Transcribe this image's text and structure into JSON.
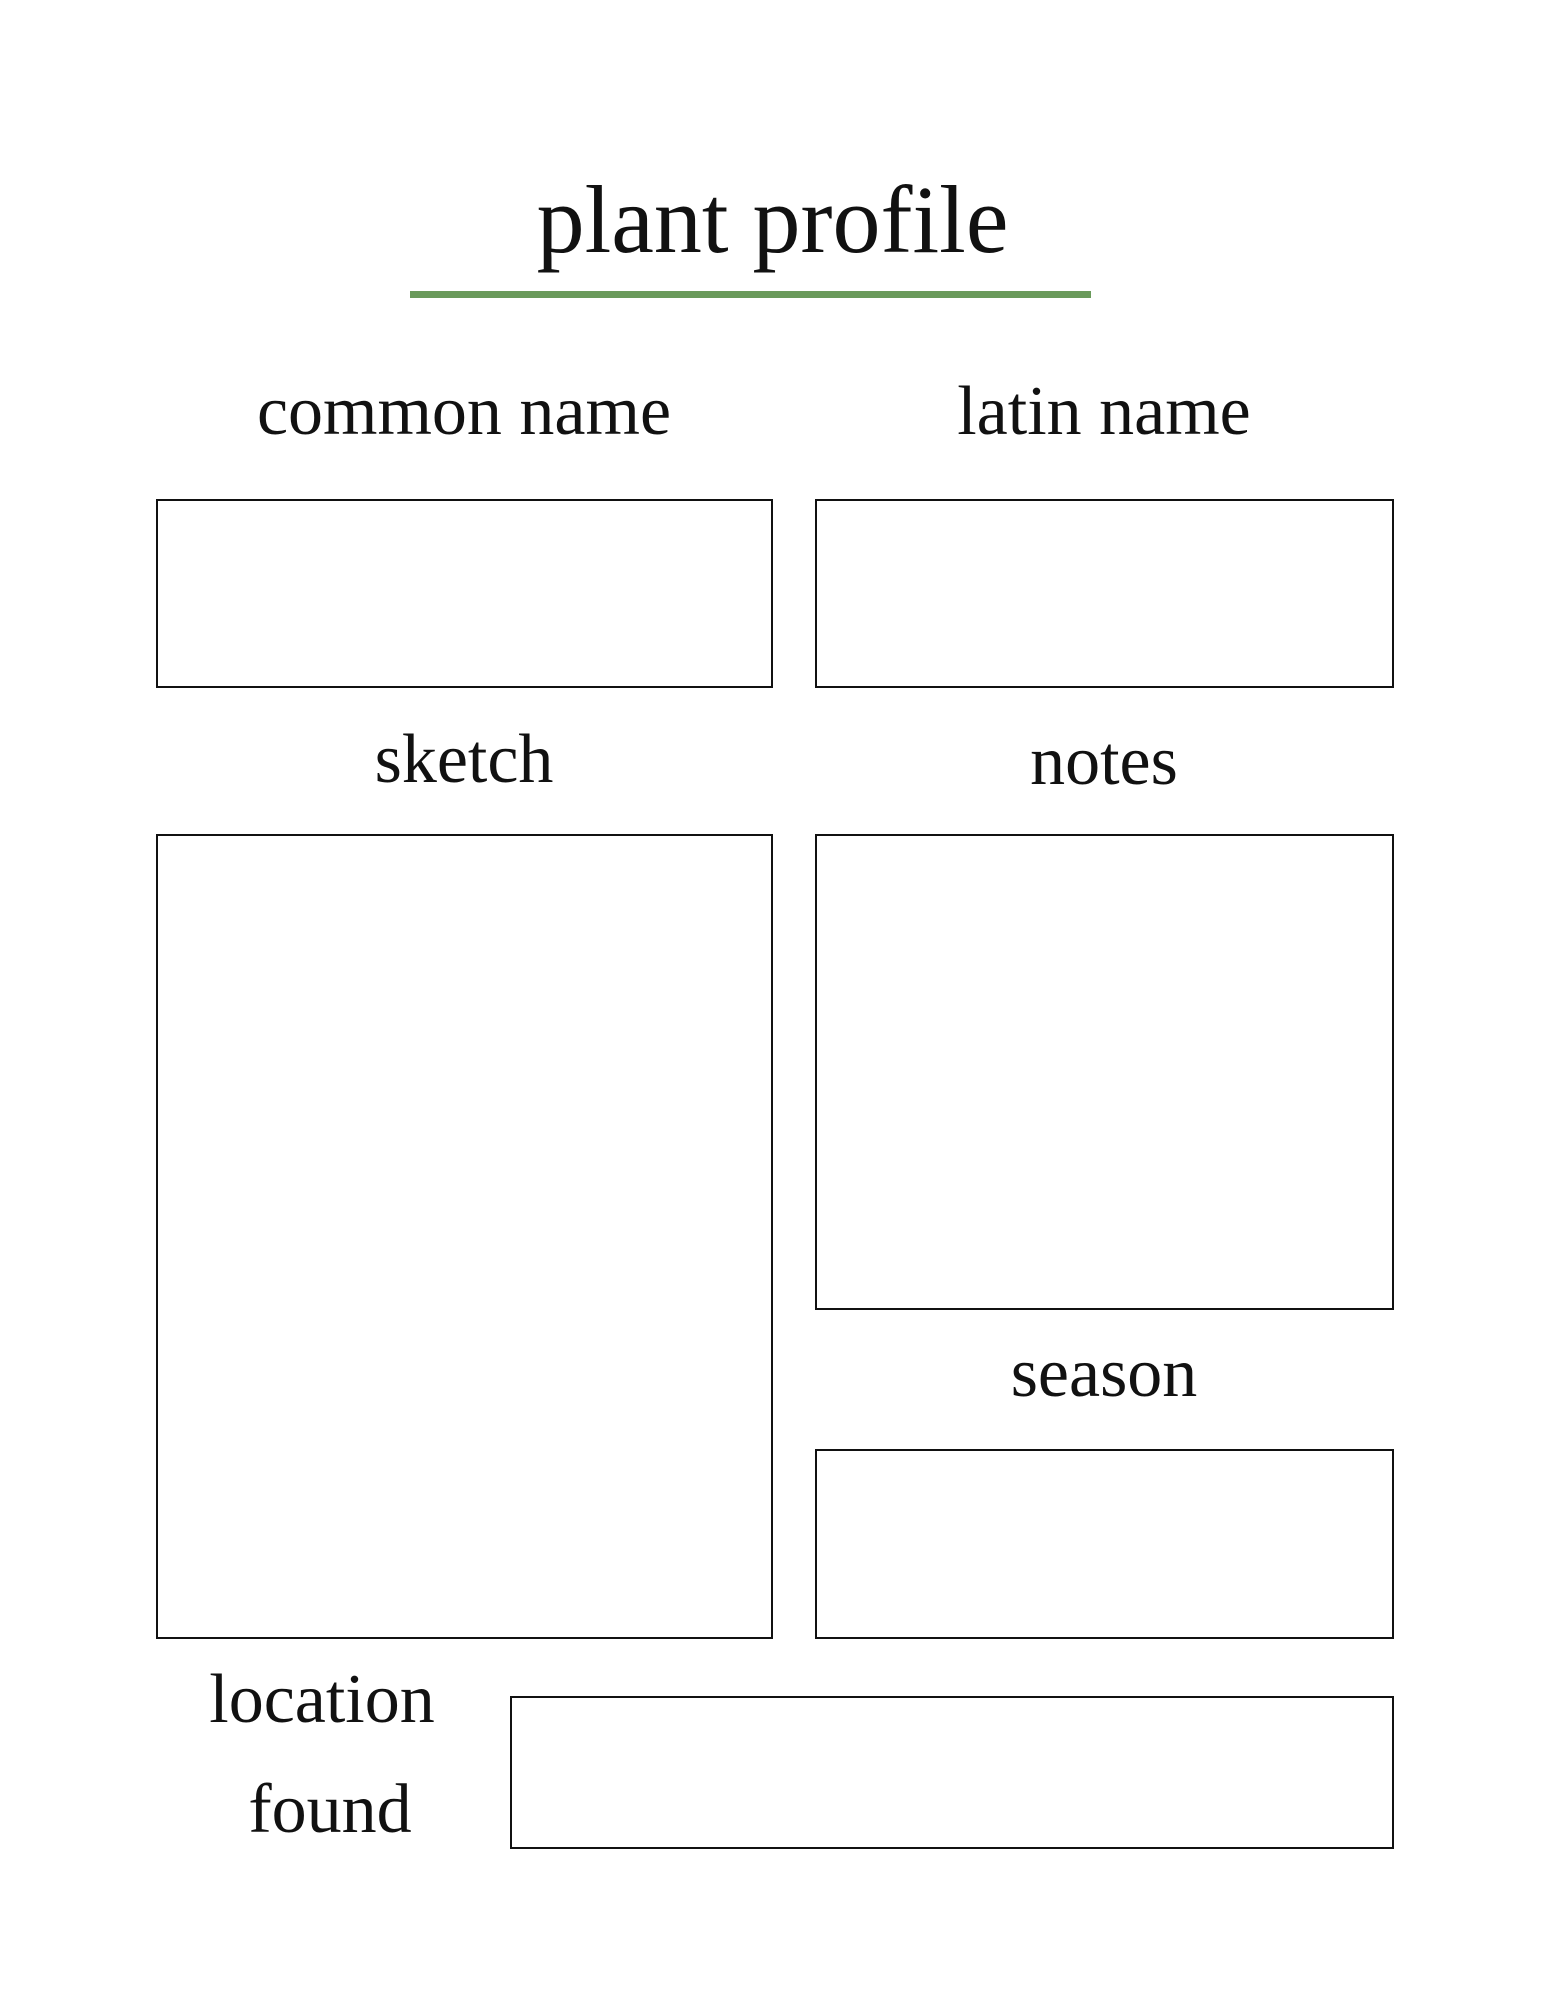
{
  "title": "plant profile",
  "accent_color": "#6a9a5b",
  "fields": {
    "common_name": "common name",
    "latin_name": "latin name",
    "sketch": "sketch",
    "notes": "notes",
    "season": "season",
    "location_line1": "location",
    "location_line2": "found"
  }
}
